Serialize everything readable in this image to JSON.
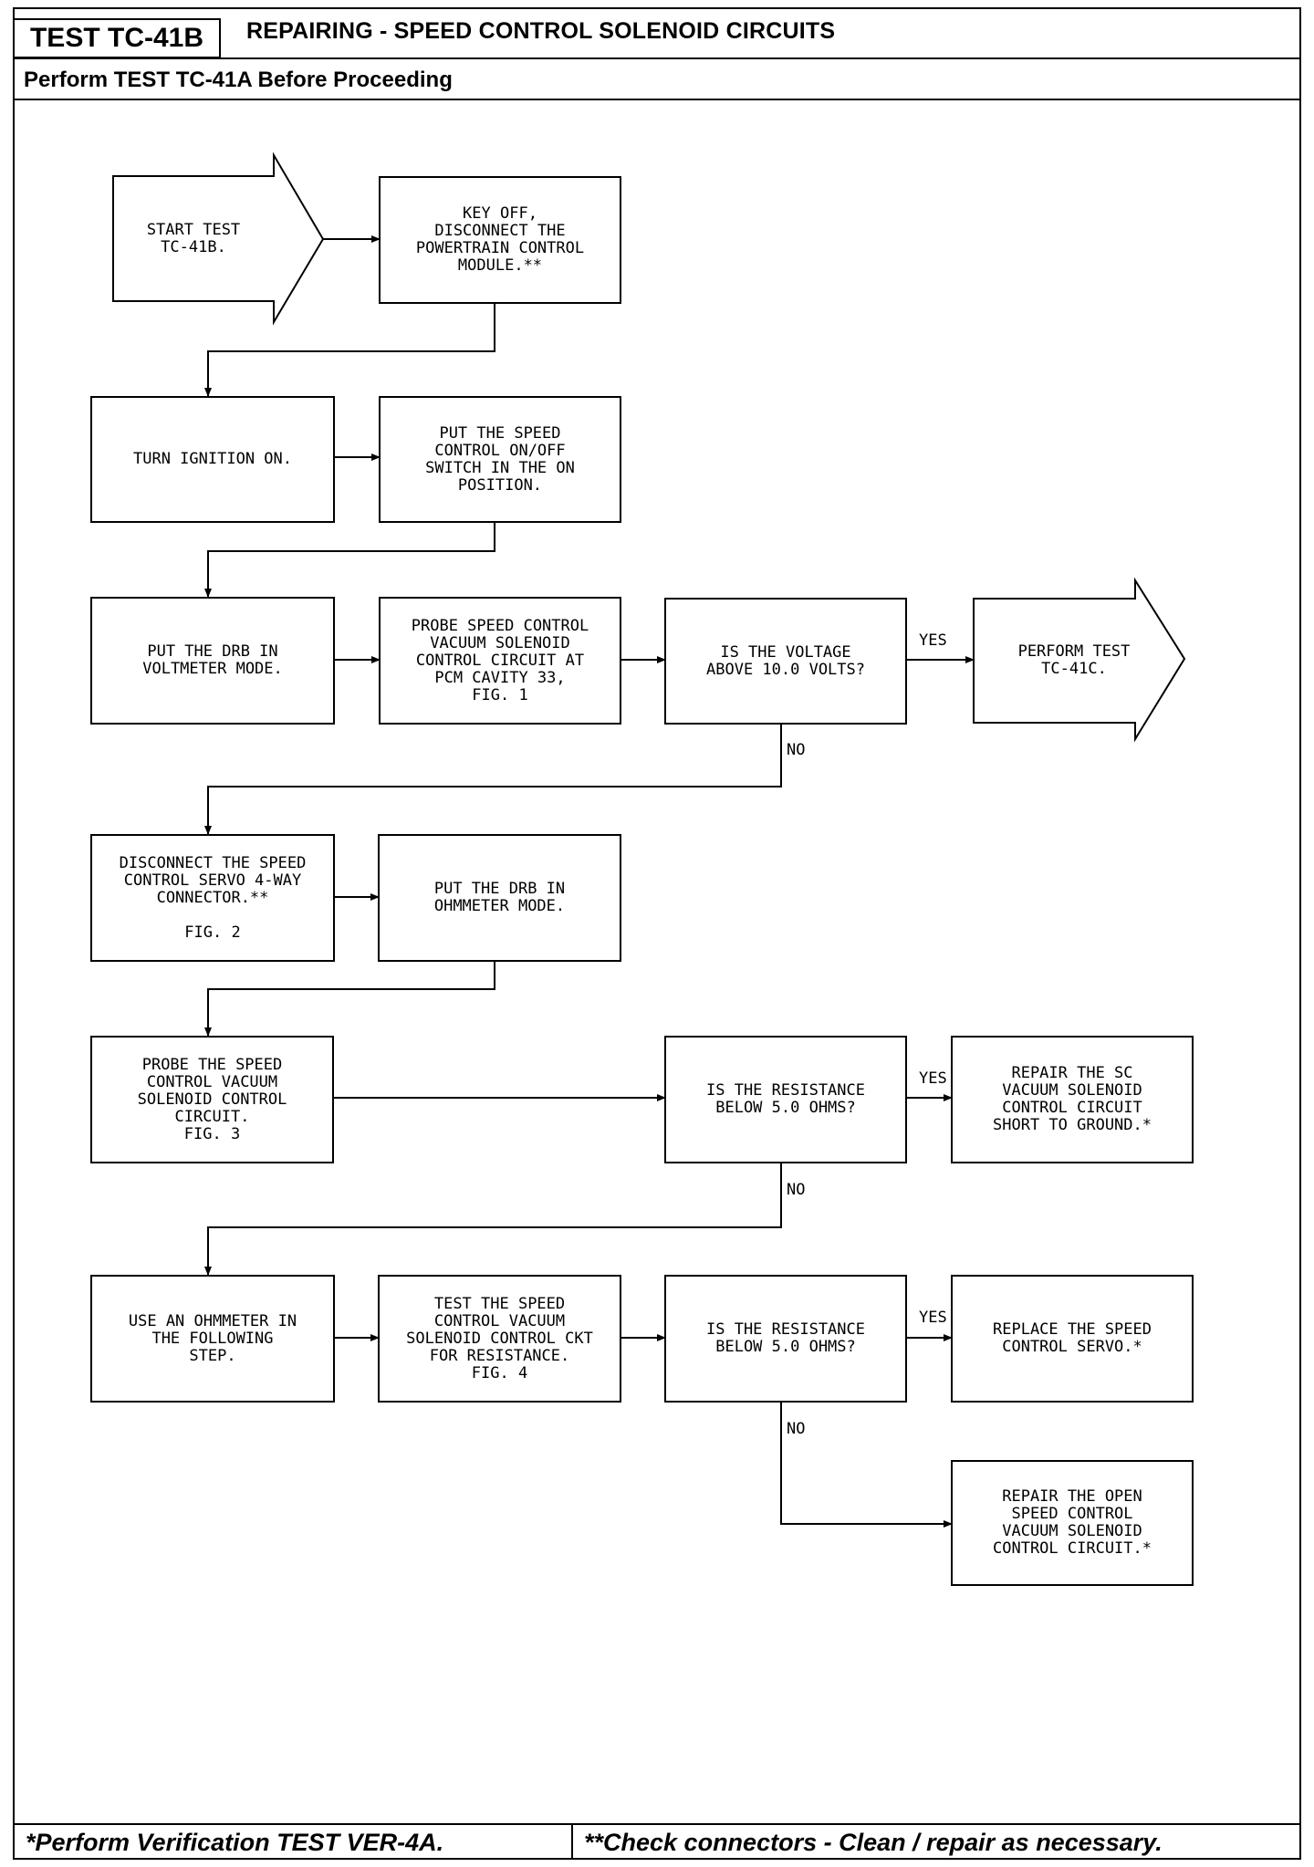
{
  "header": {
    "test_code": "TEST TC-41B",
    "title": "REPAIRING - SPEED CONTROL SOLENOID CIRCUITS",
    "subtitle": "Perform TEST TC-41A Before Proceeding"
  },
  "steps": {
    "start": "START TEST\nTC-41B.",
    "key_off": "KEY OFF,\nDISCONNECT THE\nPOWERTRAIN CONTROL\nMODULE.**",
    "ignition_on": "TURN IGNITION ON.",
    "sc_switch_on": "PUT THE SPEED\nCONTROL ON/OFF\nSWITCH IN THE ON\nPOSITION.",
    "drb_voltmeter": "PUT THE DRB IN\nVOLTMETER MODE.",
    "probe_cavity": "PROBE SPEED CONTROL\nVACUUM SOLENOID\nCONTROL CIRCUIT AT\nPCM CAVITY 33,\nFIG. 1",
    "q_voltage": "IS THE VOLTAGE\nABOVE 10.0 VOLTS?",
    "perform_tc41c": "PERFORM TEST\nTC-41C.",
    "disconnect_servo": "DISCONNECT THE SPEED\nCONTROL SERVO 4-WAY\nCONNECTOR.**\n\nFIG. 2",
    "drb_ohmmeter": "PUT THE DRB IN\nOHMMETER MODE.",
    "probe_solenoid": "PROBE THE SPEED\nCONTROL VACUUM\nSOLENOID CONTROL\nCIRCUIT.\nFIG. 3",
    "q_resistance_1": "IS THE RESISTANCE\nBELOW 5.0 OHMS?",
    "repair_short": "REPAIR THE SC\nVACUUM SOLENOID\nCONTROL CIRCUIT\nSHORT TO GROUND.*",
    "use_ohmmeter": "USE AN OHMMETER IN\nTHE FOLLOWING\nSTEP.",
    "test_resistance": "TEST THE SPEED\nCONTROL VACUUM\nSOLENOID CONTROL CKT\nFOR RESISTANCE.\nFIG. 4",
    "q_resistance_2": "IS THE RESISTANCE\nBELOW 5.0 OHMS?",
    "replace_servo": "REPLACE THE SPEED\nCONTROL SERVO.*",
    "repair_open": "REPAIR THE OPEN\nSPEED CONTROL\nVACUUM SOLENOID\nCONTROL CIRCUIT.*"
  },
  "labels": {
    "yes": "YES",
    "no": "NO"
  },
  "footer": {
    "left": "*Perform Verification TEST VER-4A.",
    "right": "**Check connectors - Clean / repair as necessary."
  }
}
